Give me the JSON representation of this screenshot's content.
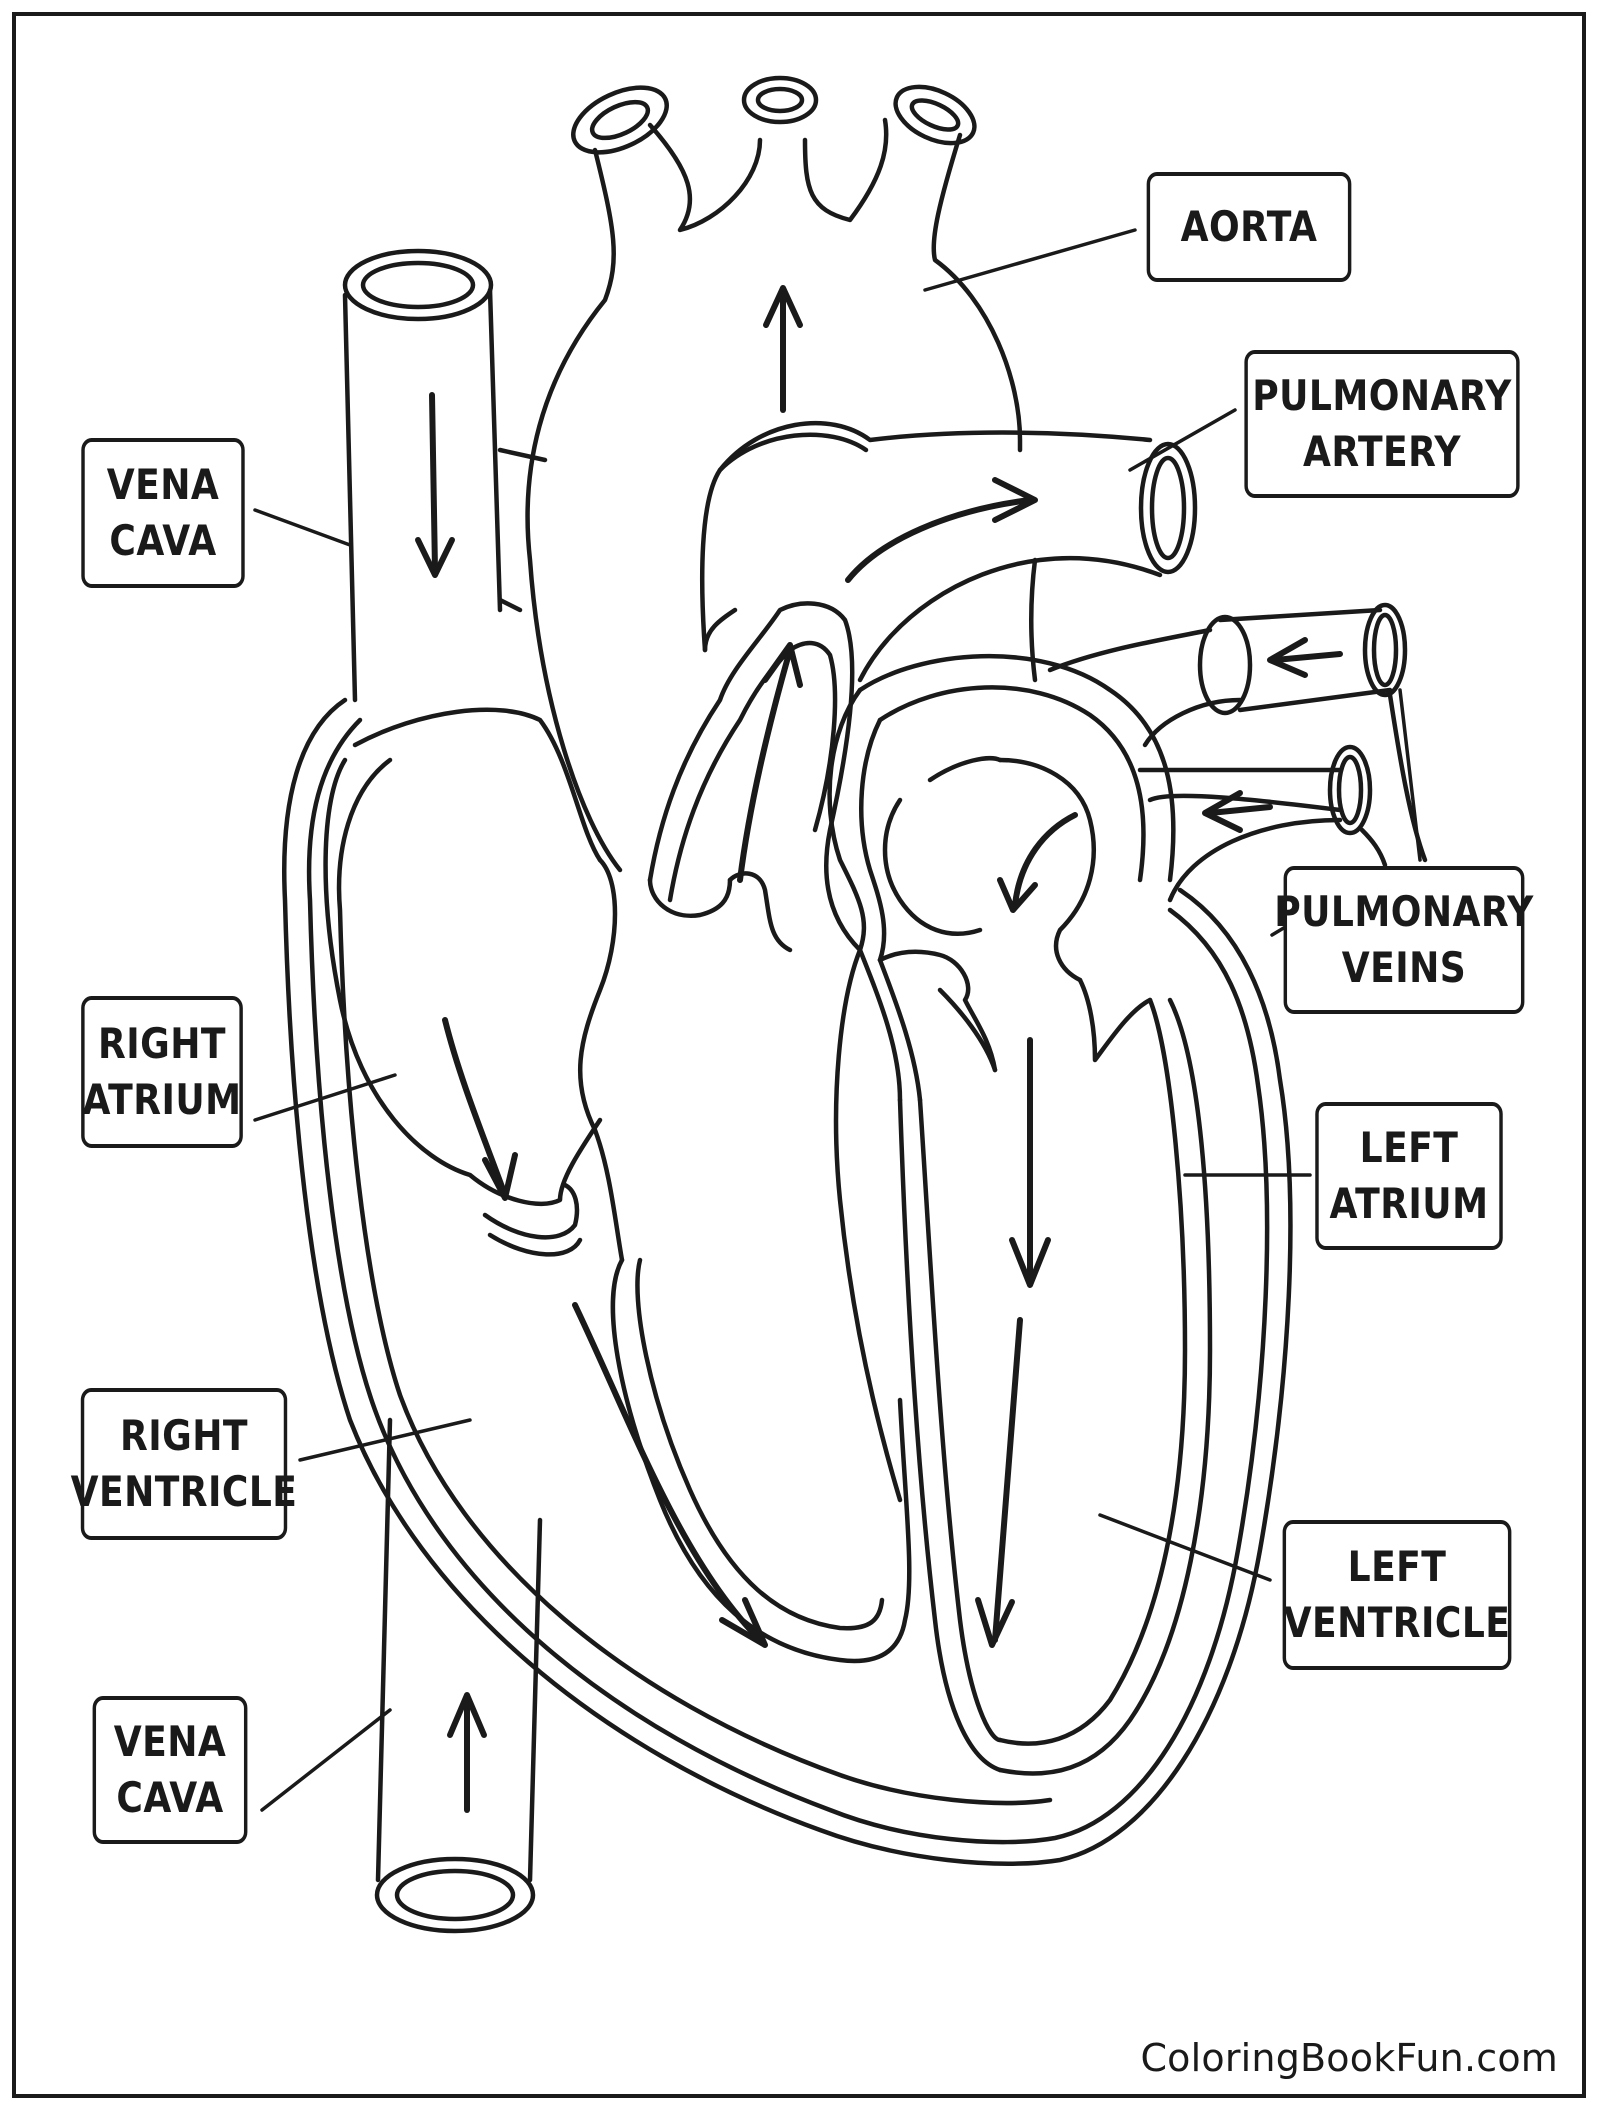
{
  "labels": {
    "aorta": [
      "AORTA"
    ],
    "pulmonary_artery": [
      "PULMONARY",
      "ARTERY"
    ],
    "vena_cava_top": [
      "VENA",
      "CAVA"
    ],
    "pulmonary_veins": [
      "PULMONARY",
      "VEINS"
    ],
    "right_atrium": [
      "RIGHT",
      "ATRIUM"
    ],
    "left_atrium": [
      "LEFT",
      "ATRIUM"
    ],
    "right_ventricle": [
      "RIGHT",
      "VENTRICLE"
    ],
    "left_ventricle": [
      "LEFT",
      "VENTRICLE"
    ],
    "vena_cava_bottom": [
      "VENA",
      "CAVA"
    ]
  },
  "watermark": "ColoringBookFun.com"
}
